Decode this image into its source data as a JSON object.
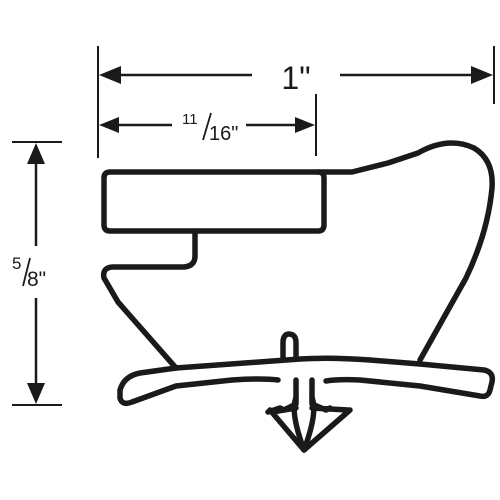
{
  "dimensions": {
    "overall_width": "1\"",
    "inner_width_num": "11",
    "inner_width_den": "16\"",
    "height_num": "5",
    "height_den": "8\""
  },
  "colors": {
    "ink": "#1a1a1a",
    "background": "#ffffff"
  }
}
